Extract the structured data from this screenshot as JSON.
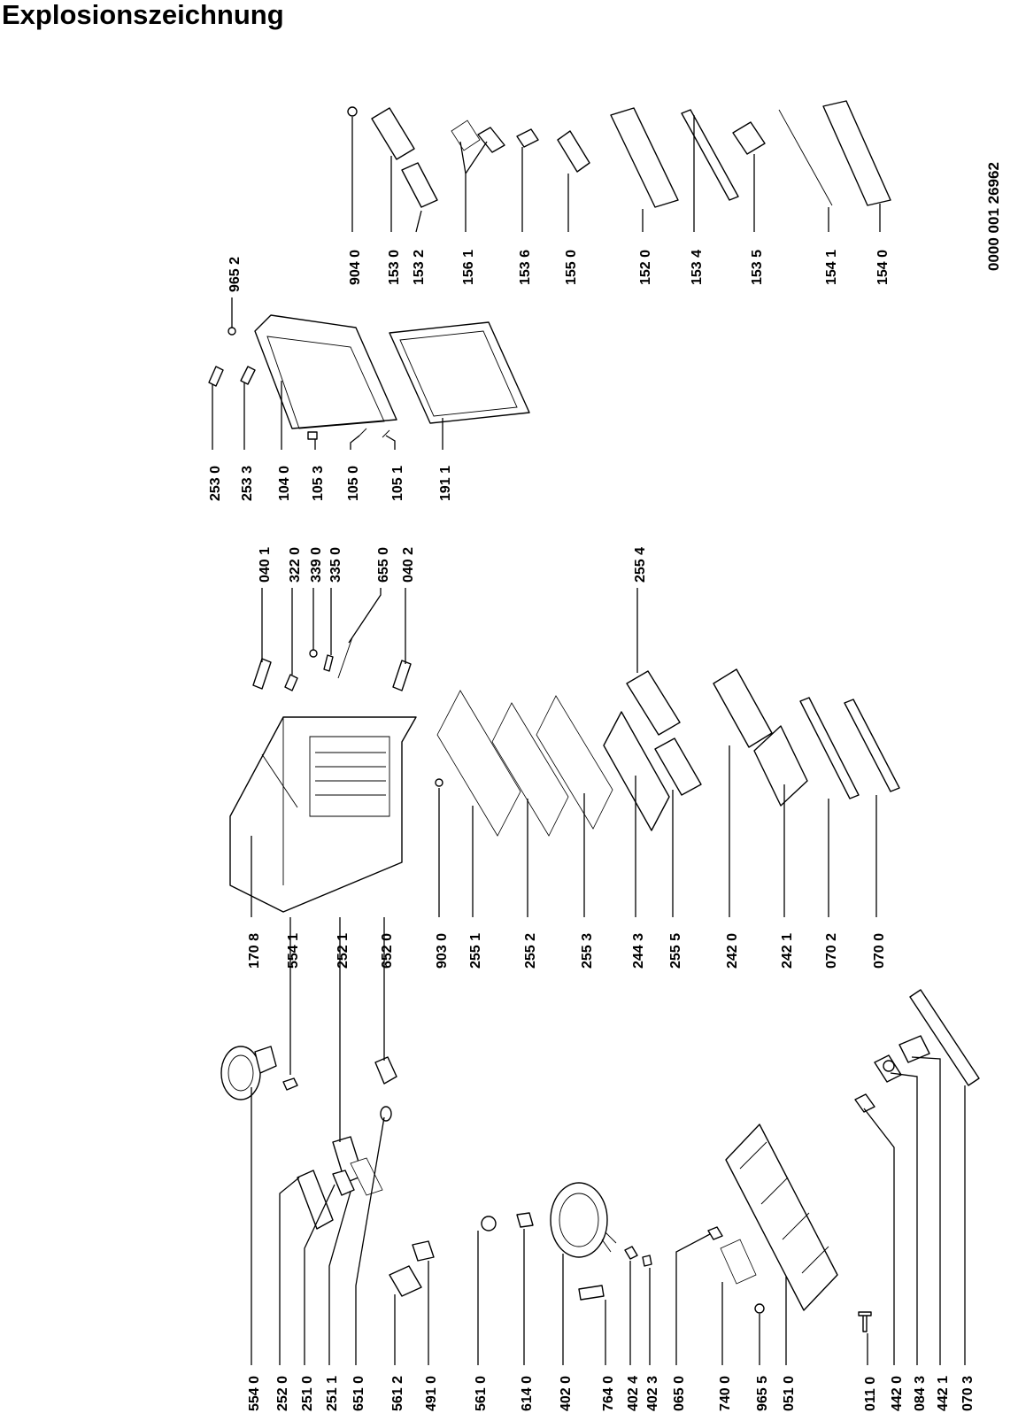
{
  "title": "Explosionszeichnung",
  "document_number": "0000 001 26962",
  "part_labels": [
    "554 0",
    "252 0",
    "251 0",
    "251 1",
    "651 0",
    "561 2",
    "491 0",
    "561 0",
    "614 0",
    "402 0",
    "764 0",
    "402 4",
    "402 3",
    "065 0",
    "740 0",
    "965 5",
    "051 0",
    "011 0",
    "442 0",
    "084 3",
    "442 1",
    "070 3",
    "170 8",
    "554 1",
    "252 1",
    "652 0",
    "903 0",
    "255 1",
    "255 2",
    "255 3",
    "244 3",
    "255 5",
    "242 0",
    "242 1",
    "070 2",
    "070 0",
    "040 1",
    "322 0",
    "339 0",
    "335 0",
    "655 0",
    "040 2",
    "255 4",
    "253 0",
    "253 3",
    "104 0",
    "105 3",
    "105 0",
    "105 1",
    "191 1",
    "965 2",
    "904 0",
    "153 0",
    "153 2",
    "156 1",
    "153 6",
    "155 0",
    "152 0",
    "153 4",
    "153 5",
    "154 1",
    "154 0"
  ]
}
